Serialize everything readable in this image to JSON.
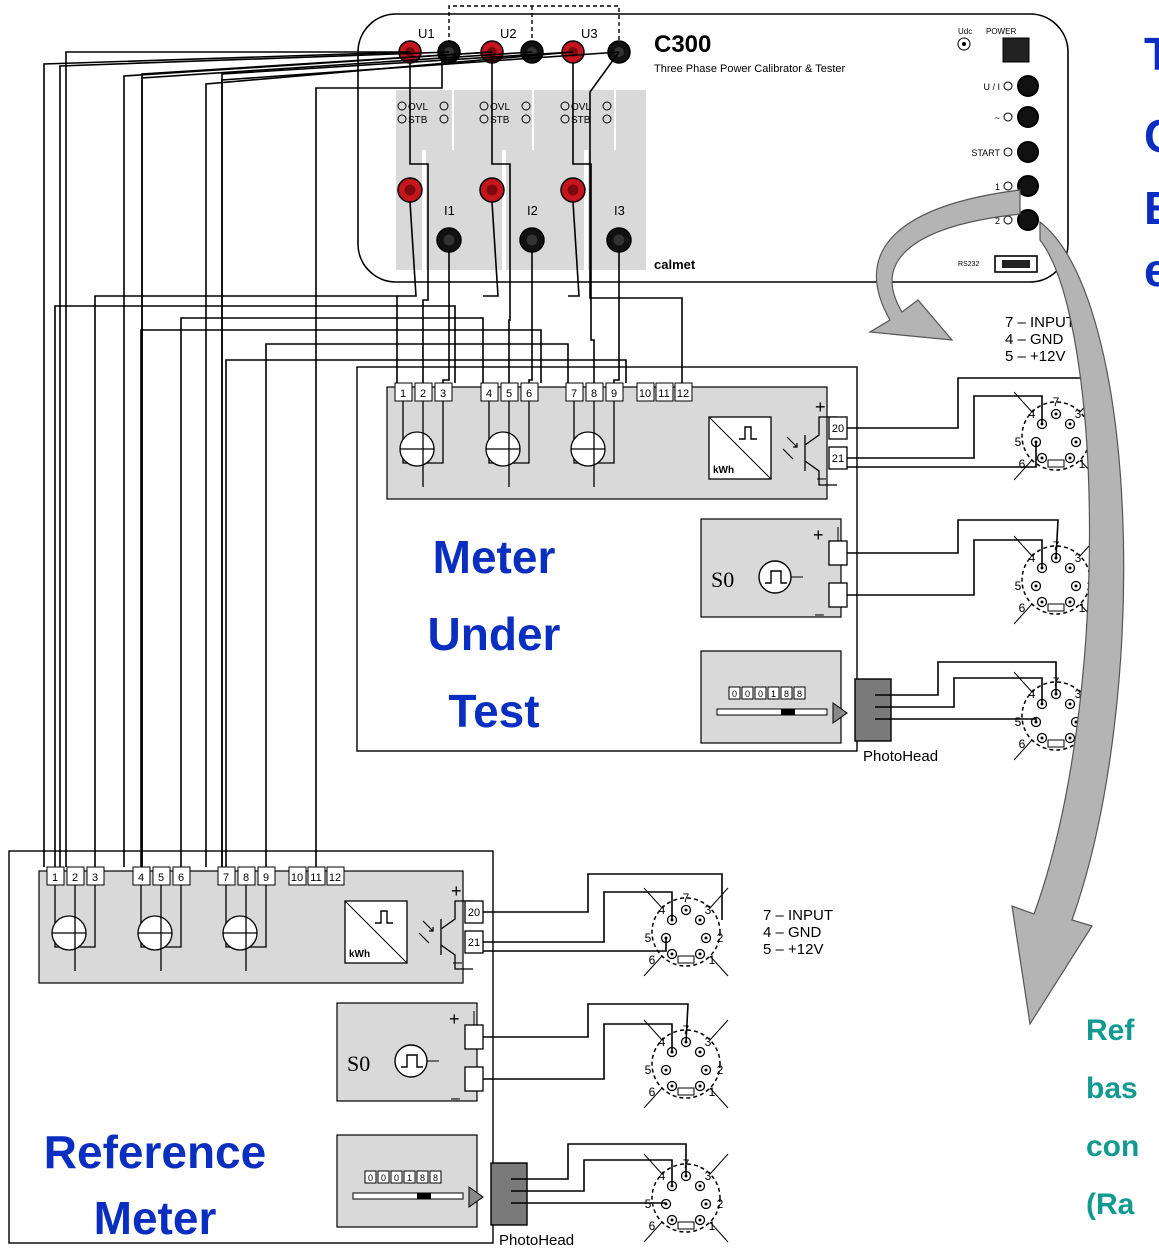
{
  "calibrator": {
    "model": "C300",
    "subtitle": "Three Phase Power Calibrator & Tester",
    "brand": "calmet",
    "voltage_labels": [
      "U1",
      "U2",
      "U3"
    ],
    "current_labels": [
      "I1",
      "I2",
      "I3"
    ],
    "status_ovl": "OVL",
    "status_stb": "STB",
    "udc_label": "Udc",
    "power_label": "POWER",
    "right_port_labels": [
      "U / I",
      "~",
      "START",
      "1",
      "2"
    ],
    "rs232_label": "RS232"
  },
  "terminals": [
    "1",
    "2",
    "3",
    "4",
    "5",
    "6",
    "7",
    "8",
    "9",
    "10",
    "11",
    "12"
  ],
  "pulse_contacts": [
    "20",
    "21"
  ],
  "plus_sign": "+",
  "minus_sign": "–",
  "kwh_label": "kWh",
  "s0_label": "S0",
  "counter_digits": [
    "0",
    "0",
    "0",
    "1",
    "8",
    "8"
  ],
  "photohead_label": "PhotoHead",
  "din_pins": [
    "7",
    "4",
    "3",
    "5",
    "2",
    "6",
    "1"
  ],
  "pin_legend": [
    "7 – INPUT",
    "4 – GND",
    "5 – +12V"
  ],
  "meter_under_test_lines": [
    "Meter",
    "Under",
    "Test"
  ],
  "reference_meter_lines": [
    "Reference",
    "Meter"
  ],
  "right_blue_fragments": [
    "T",
    "C",
    "E",
    "e"
  ],
  "right_teal_fragments": [
    "Ref",
    "bas",
    "con",
    "(Ra"
  ],
  "colors": {
    "label_blue": "#0a2fc0",
    "label_teal": "#129a92",
    "panel_gray": "#d9d9d9",
    "jack_red": "#c4161c",
    "arrow_gray": "#b4b4b4"
  }
}
